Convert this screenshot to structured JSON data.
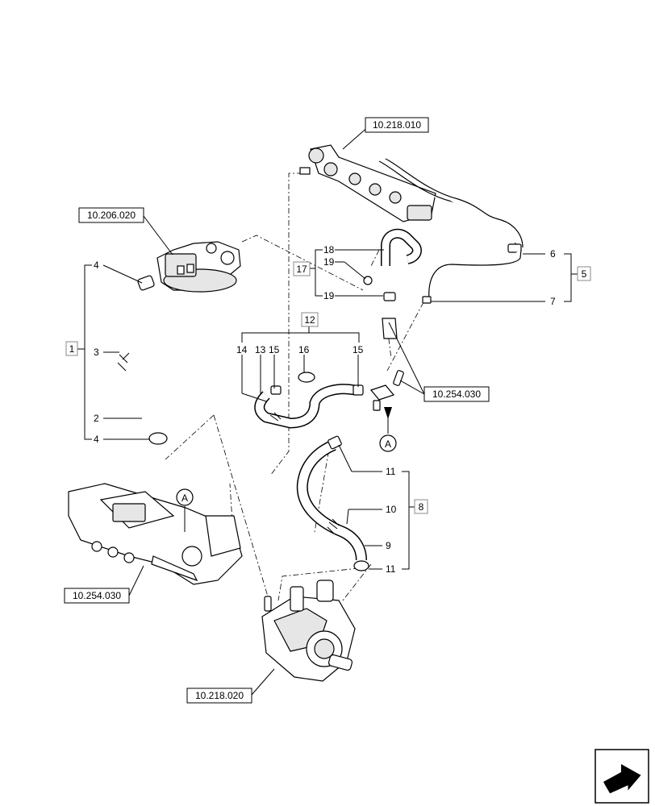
{
  "refs": {
    "rail_top": "10.218.010",
    "filter_head": "10.206.020",
    "connector_right": "10.254.030",
    "manifold_left": "10.254.030",
    "pump": "10.218.020"
  },
  "groups": {
    "g1": "1",
    "g5": "5",
    "g8": "8",
    "g12": "12",
    "g17": "17",
    "marker_a": "A"
  },
  "callouts": {
    "n2": "2",
    "n3": "3",
    "n4a": "4",
    "n4b": "4",
    "n6": "6",
    "n7": "7",
    "n9": "9",
    "n10": "10",
    "n11a": "11",
    "n11b": "11",
    "n13": "13",
    "n14": "14",
    "n15a": "15",
    "n15b": "15",
    "n16": "16",
    "n18": "18",
    "n19a": "19",
    "n19b": "19"
  }
}
